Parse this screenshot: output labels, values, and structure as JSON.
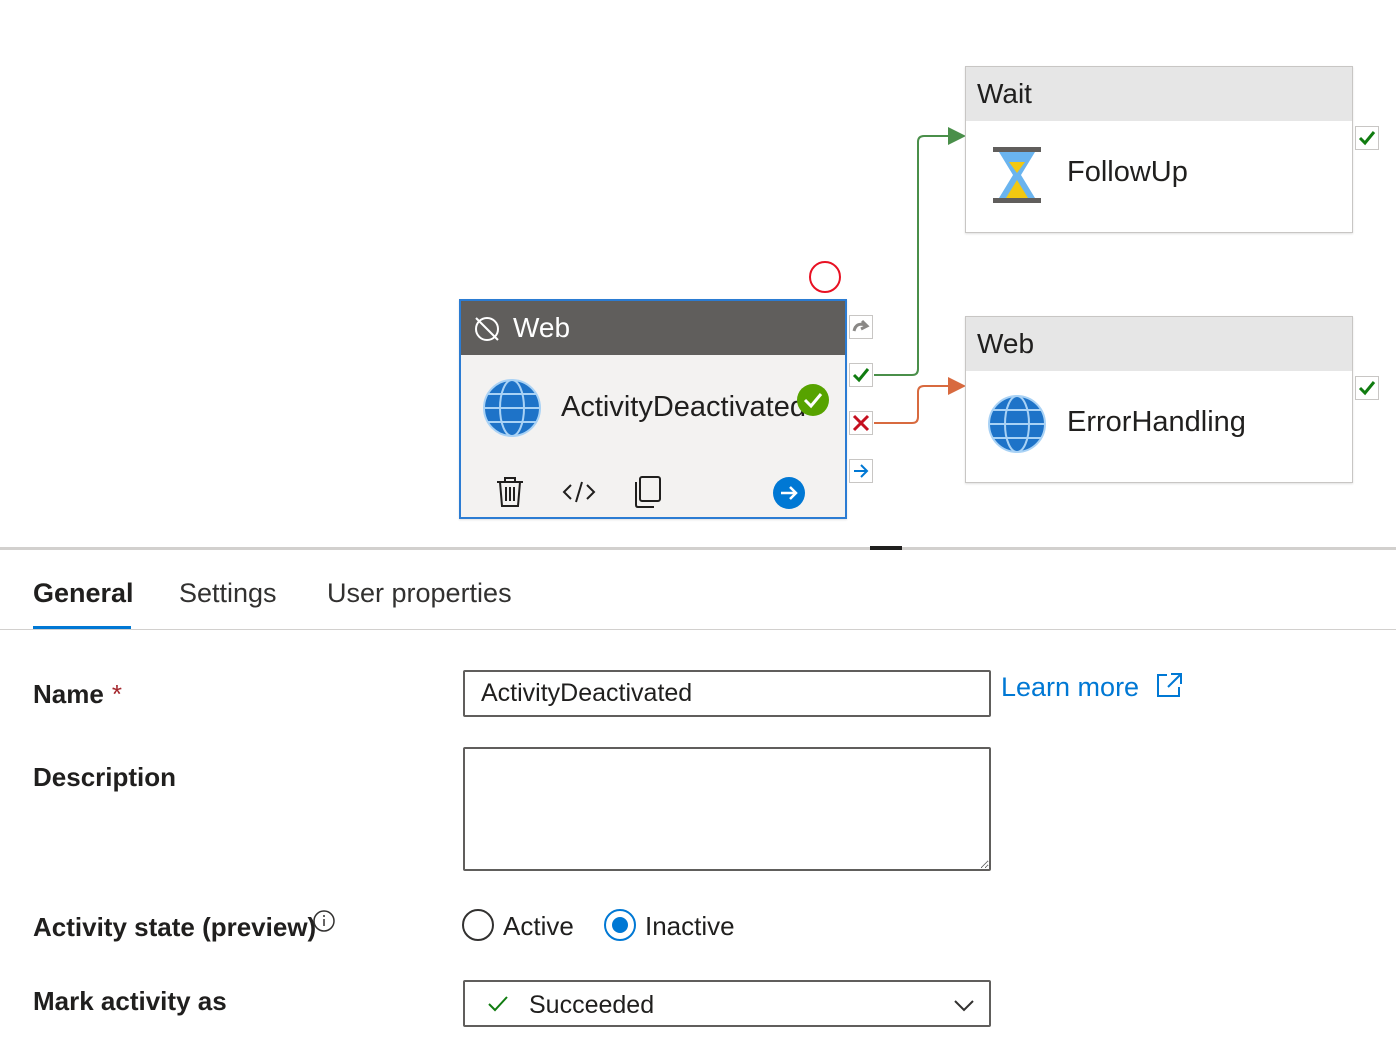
{
  "canvas": {
    "selected_activity": {
      "type_label": "Web",
      "name": "ActivityDeactivated",
      "status_icon": "success-check-icon",
      "header_icon": "deactivated-icon",
      "activity_icon": "globe-icon",
      "toolbar": [
        "delete-icon",
        "code-icon",
        "copy-icon",
        "navigate-arrow-icon"
      ]
    },
    "wait_activity": {
      "type_label": "Wait",
      "name": "FollowUp",
      "activity_icon": "hourglass-icon"
    },
    "error_activity": {
      "type_label": "Web",
      "name": "ErrorHandling",
      "activity_icon": "globe-icon"
    },
    "connectors": {
      "success_color": "#4a8f4a",
      "failure_color": "#d86a3f"
    }
  },
  "tabs": [
    {
      "label": "General",
      "active": true
    },
    {
      "label": "Settings",
      "active": false
    },
    {
      "label": "User properties",
      "active": false
    }
  ],
  "form": {
    "name": {
      "label": "Name",
      "required_mark": "*",
      "value": "ActivityDeactivated",
      "learn_more": "Learn more"
    },
    "description": {
      "label": "Description",
      "value": ""
    },
    "activity_state": {
      "label": "Activity state (preview)",
      "options": [
        "Active",
        "Inactive"
      ],
      "selected": "Inactive"
    },
    "mark_activity_as": {
      "label": "Mark activity as",
      "selected": "Succeeded"
    }
  },
  "colors": {
    "accent": "#0078d4",
    "success": "#107c10",
    "error": "#c50f1f"
  }
}
